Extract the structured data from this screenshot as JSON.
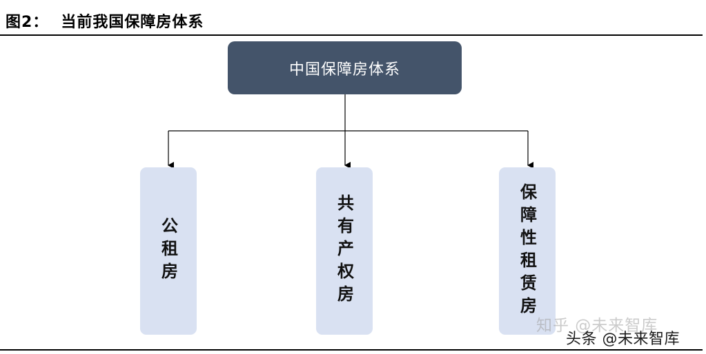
{
  "figure": {
    "label": "图2：",
    "title": "当前我国保障房体系"
  },
  "diagram": {
    "root": "中国保障房体系",
    "children": [
      {
        "label": "公租房"
      },
      {
        "label": "共有产权房"
      },
      {
        "label": "保障性租赁房"
      }
    ]
  },
  "watermarks": {
    "zhihu": "知乎 @未来智库",
    "toutiao": "头条 @未来智库"
  },
  "colors": {
    "root_fill": "#44546a",
    "child_fill": "#d9e1f2"
  }
}
